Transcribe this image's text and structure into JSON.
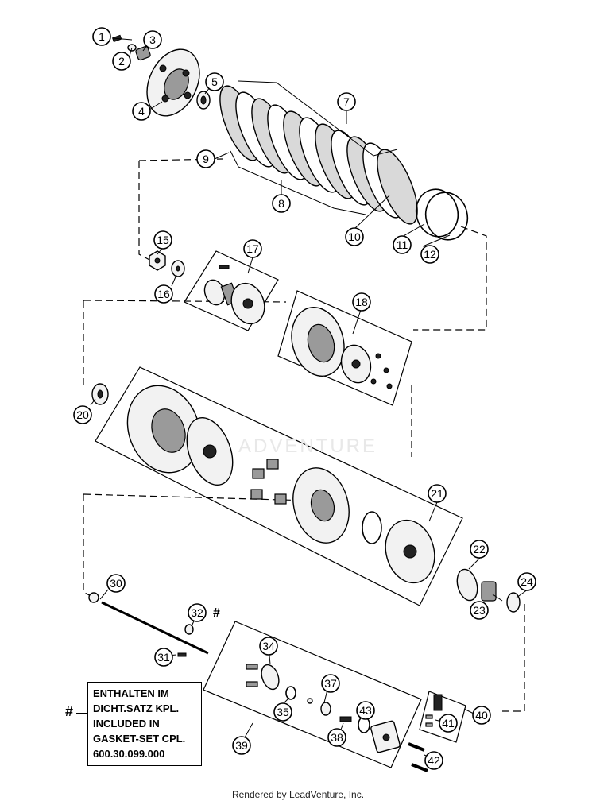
{
  "callouts": [
    {
      "id": "1",
      "label": "1"
    },
    {
      "id": "2",
      "label": "2"
    },
    {
      "id": "3",
      "label": "3"
    },
    {
      "id": "4",
      "label": "4"
    },
    {
      "id": "5",
      "label": "5"
    },
    {
      "id": "7",
      "label": "7"
    },
    {
      "id": "8",
      "label": "8"
    },
    {
      "id": "9",
      "label": "9"
    },
    {
      "id": "10",
      "label": "10"
    },
    {
      "id": "11",
      "label": "11"
    },
    {
      "id": "12",
      "label": "12"
    },
    {
      "id": "15",
      "label": "15"
    },
    {
      "id": "16",
      "label": "16"
    },
    {
      "id": "17",
      "label": "17"
    },
    {
      "id": "18",
      "label": "18"
    },
    {
      "id": "20",
      "label": "20"
    },
    {
      "id": "21",
      "label": "21"
    },
    {
      "id": "22",
      "label": "22"
    },
    {
      "id": "23",
      "label": "23"
    },
    {
      "id": "24",
      "label": "24"
    },
    {
      "id": "30",
      "label": "30"
    },
    {
      "id": "31",
      "label": "31"
    },
    {
      "id": "32",
      "label": "32"
    },
    {
      "id": "34",
      "label": "34"
    },
    {
      "id": "35",
      "label": "35"
    },
    {
      "id": "37",
      "label": "37"
    },
    {
      "id": "38",
      "label": "38"
    },
    {
      "id": "39",
      "label": "39"
    },
    {
      "id": "40",
      "label": "40"
    },
    {
      "id": "41",
      "label": "41"
    },
    {
      "id": "42",
      "label": "42"
    },
    {
      "id": "43",
      "label": "43"
    }
  ],
  "marker_32": "#",
  "note": {
    "hash": "#",
    "lines": [
      "ENTHALTEN IM",
      "DICHT.SATZ KPL.",
      "INCLUDED IN",
      "GASKET-SET CPL.",
      "600.30.099.000"
    ]
  },
  "watermark": "ADVENTURE",
  "footer": "Rendered by LeadVenture, Inc."
}
